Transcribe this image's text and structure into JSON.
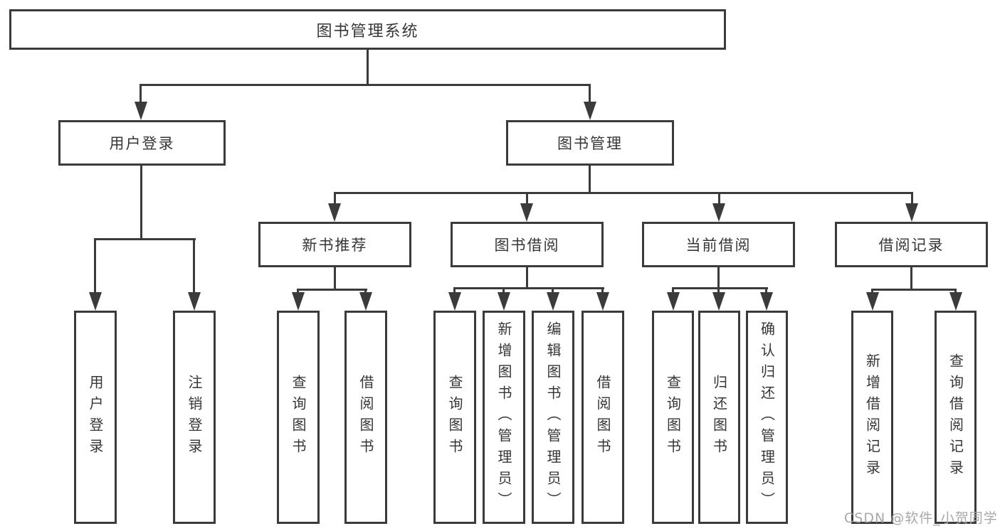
{
  "tree": {
    "root": {
      "label": "图书管理系统"
    },
    "children": [
      {
        "label": "用户登录",
        "children": [
          {
            "label": "用户登录"
          },
          {
            "label": "注销登录"
          }
        ]
      },
      {
        "label": "图书管理",
        "children": [
          {
            "label": "新书推荐",
            "children": [
              {
                "label": "查询图书"
              },
              {
                "label": "借阅图书"
              }
            ]
          },
          {
            "label": "图书借阅",
            "children": [
              {
                "label": "查询图书"
              },
              {
                "label": "新增图书（管理员）"
              },
              {
                "label": "编辑图书（管理员）"
              },
              {
                "label": "借阅图书"
              }
            ]
          },
          {
            "label": "当前借阅",
            "children": [
              {
                "label": "查询图书"
              },
              {
                "label": "归还图书"
              },
              {
                "label": "确认归还（管理员）"
              }
            ]
          },
          {
            "label": "借阅记录",
            "children": [
              {
                "label": "新增借阅记录"
              },
              {
                "label": "查询借阅记录"
              }
            ]
          }
        ]
      }
    ]
  },
  "watermark": {
    "text": "CSDN @软件_小贺同学"
  },
  "colors": {
    "line": "#3b3b3b",
    "text": "#363636",
    "watermark": "#a8a8a8",
    "background": "#ffffff"
  }
}
